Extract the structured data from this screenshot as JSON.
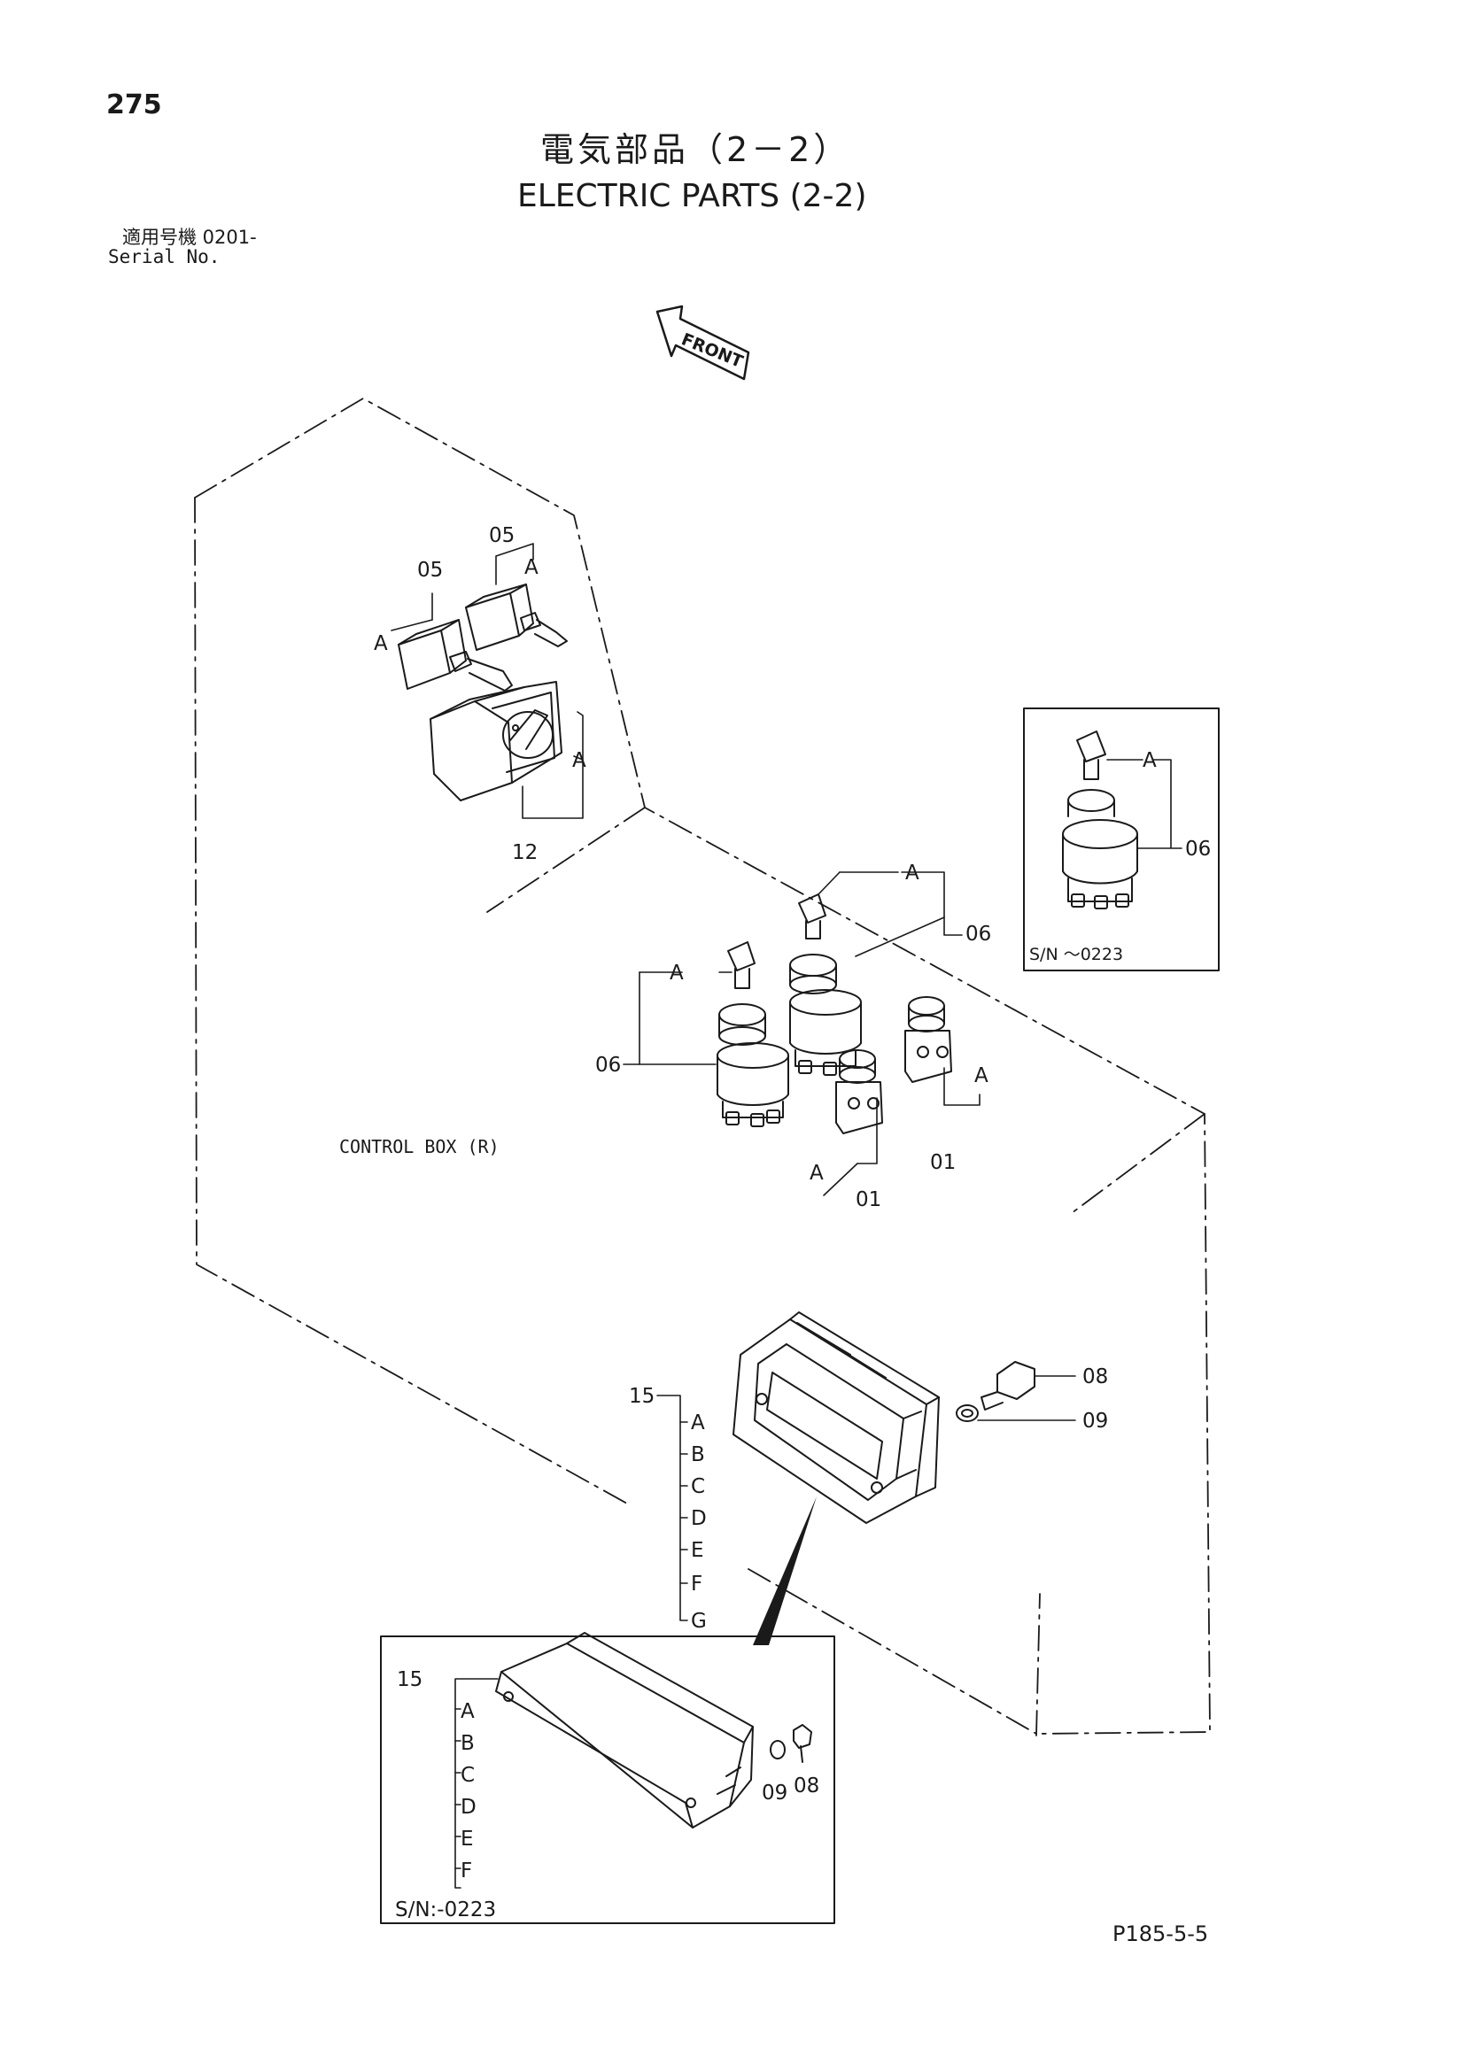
{
  "page_number": "275",
  "title": {
    "japanese": "電気部品（2－2）",
    "english": "ELECTRIC PARTS (2-2)"
  },
  "serial": {
    "japanese": "適用号機  0201-",
    "english": "Serial No."
  },
  "front_arrow": "FRONT",
  "control_box_label": "CONTROL  BOX (R)",
  "inset_keyswitch": {
    "serial_note": "S/N ～0223",
    "part": "06",
    "variant": "A"
  },
  "inset_monitor": {
    "serial_note": "S/N:-0223",
    "part": "15",
    "variants": [
      "A",
      "B",
      "C",
      "D",
      "E",
      "F"
    ],
    "hardware": [
      "09",
      "08"
    ]
  },
  "callouts": {
    "toggle_left": {
      "part": "05",
      "variant": "A"
    },
    "toggle_right": {
      "part": "05",
      "variant": "A"
    },
    "rotary": {
      "part": "12",
      "variant": "A"
    },
    "key_left": {
      "part": "06",
      "variant": "A"
    },
    "key_right": {
      "part": "06",
      "variant": "A"
    },
    "button_left": {
      "part": "01",
      "variant": "A"
    },
    "button_right": {
      "part": "01",
      "variant": "A"
    },
    "monitor": {
      "part": "15",
      "variants": [
        "A",
        "B",
        "C",
        "D",
        "E",
        "F",
        "G"
      ]
    },
    "bolt": {
      "part": "08"
    },
    "washer": {
      "part": "09"
    }
  },
  "footer_code": "P185-5-5"
}
